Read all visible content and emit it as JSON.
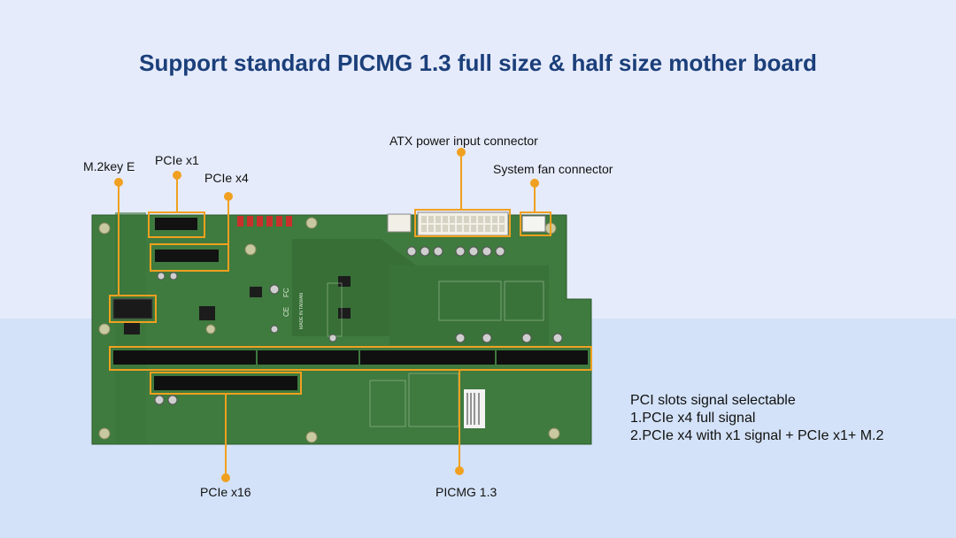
{
  "title": "Support standard PICMG 1.3 full size & half size mother board",
  "labels": {
    "m2": "M.2key E",
    "pcie_x1": "PCIe x1",
    "pcie_x4": "PCIe x4",
    "atx": "ATX power input connector",
    "fan": "System fan connector",
    "pcie_x16": "PCIe x16",
    "picmg": "PICMG 1.3"
  },
  "notes": {
    "heading": "PCI slots signal selectable",
    "line1": "1.PCIe x4 full signal",
    "line2": "2.PCIe x4 with x1 signal + PCIe x1+ M.2"
  },
  "board_markings": {
    "ce": "CE",
    "fc": "FC",
    "made_in": "MADE IN TAIWAN"
  },
  "colors": {
    "title": "#1b3f7a",
    "highlight": "#f0a020",
    "board": "#3f7a3e"
  }
}
